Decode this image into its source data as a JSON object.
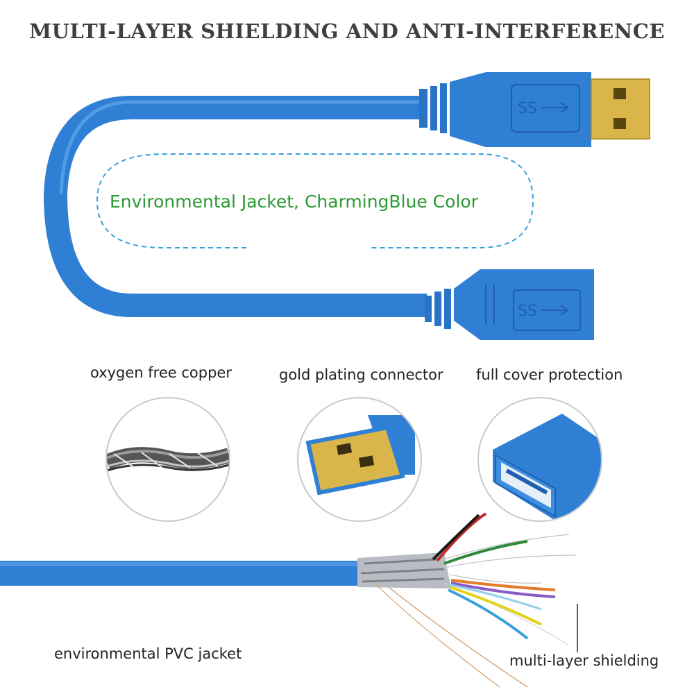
{
  "title": "MULTI-LAYER SHIELDING AND ANTI-INTERFERENCE",
  "jacket_callout": "Environmental Jacket, CharmingBlue Color",
  "features": [
    {
      "label": "oxygen free copper",
      "icon": "copper-strands-icon"
    },
    {
      "label": "gold plating connector",
      "icon": "gold-usb-plug-icon"
    },
    {
      "label": "full cover protection",
      "icon": "usb-female-socket-icon"
    }
  ],
  "bottom_labels": {
    "left": "environmental PVC jacket",
    "right": "multi-layer shielding"
  },
  "connector_logo": "SS",
  "colors": {
    "cable_blue": "#2f7fd4",
    "cable_blue_dark": "#1f5fae",
    "gold": "#d9b54a",
    "callout_green": "#2c9a33",
    "dashed_outline": "#3aa0d8",
    "title_gray": "#3f3f3f"
  }
}
